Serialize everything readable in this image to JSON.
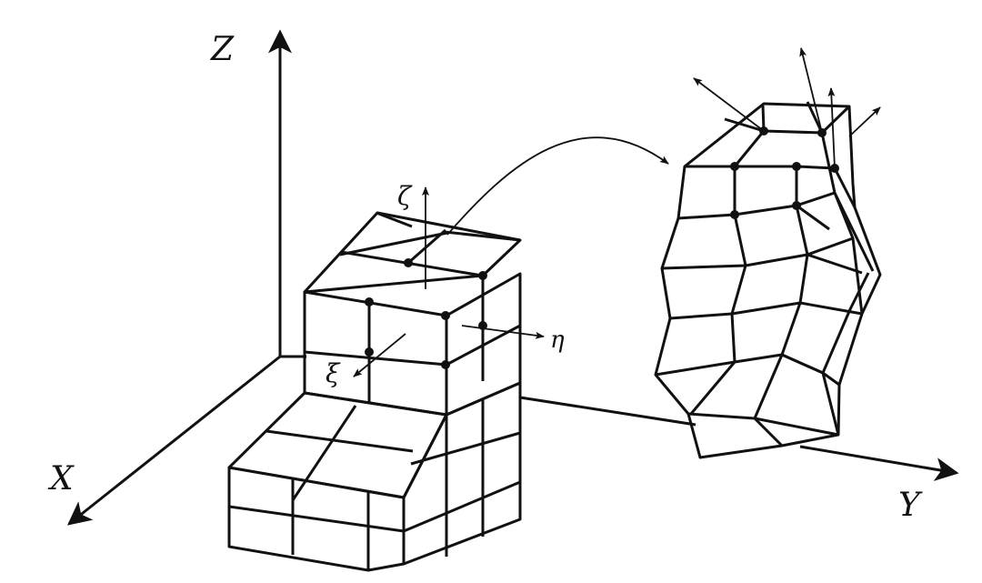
{
  "axes": {
    "x_label": "X",
    "y_label": "Y",
    "z_label": "Z"
  },
  "local_axes": {
    "xi_label": "ξ",
    "eta_label": "η",
    "zeta_label": "ζ"
  },
  "colors": {
    "stroke": "#111111",
    "background": "#ffffff"
  }
}
